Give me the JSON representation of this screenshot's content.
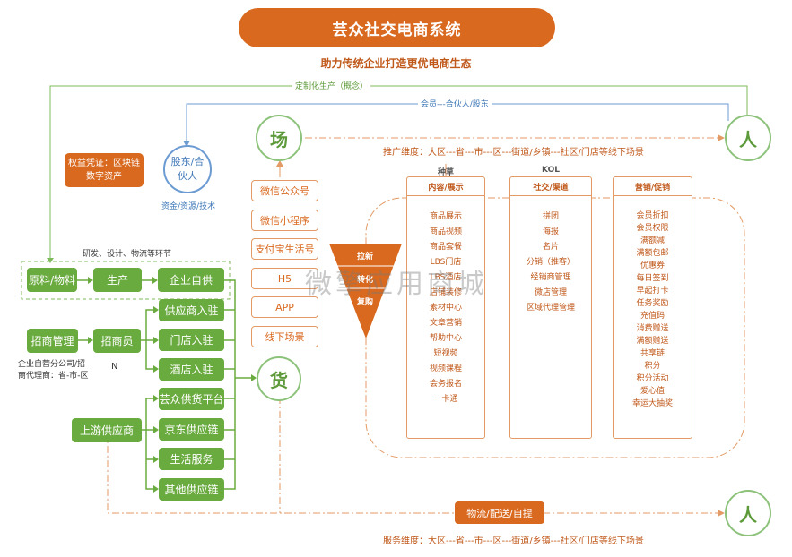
{
  "title": "芸众社交电商系统",
  "subtitle": "助力传统企业打造更优电商生态",
  "top_line_label": "定制化生产（概念）",
  "member_line_label": "会员---合伙人/股东",
  "promo_dimension": "推广维度：大区---省---市---区---街道/乡镇---社区/门店等线下场景",
  "service_dimension": "服务维度：大区---省---市---区---街道/乡镇---社区/门店等线下场景",
  "rights_box": "权益凭证：区块链数字资产",
  "shareholder_circle": "股东/合伙人",
  "shareholder_caption": "资金/资源/技术",
  "production_caption": "研发、设计、物流等环节",
  "production_chain": [
    "原料/物料",
    "生产",
    "企业自供"
  ],
  "merchant": {
    "root": "招商管理",
    "mid": "招商员",
    "targets": [
      "供应商入驻",
      "门店入驻",
      "酒店入驻"
    ],
    "caption": "企业自营分公司/招商代理商：省-市-区",
    "n_label": "N"
  },
  "upstream": {
    "root": "上游供应商",
    "targets": [
      "芸众供货平台",
      "京东供应链",
      "生活服务",
      "其他供应链"
    ]
  },
  "channels": [
    "微信公众号",
    "微信小程序",
    "支付宝生活号",
    "H5",
    "APP",
    "线下场景"
  ],
  "circles": {
    "field": "场",
    "goods": "货",
    "person": "人"
  },
  "funnel": [
    "拉新",
    "转化",
    "复购"
  ],
  "columns": [
    {
      "title": "种草",
      "header": "内容/展示",
      "items": [
        "商品展示",
        "商品视频",
        "商品套餐",
        "LBS门店",
        "LBS酒店",
        "店铺装修",
        "素材中心",
        "文章营销",
        "帮助中心",
        "短视频",
        "视频课程",
        "会务报名",
        "一卡通"
      ]
    },
    {
      "title": "KOL",
      "header": "社交/渠道",
      "items": [
        "拼团",
        "海报",
        "名片",
        "分销（推客）",
        "经销商管理",
        "微店管理",
        "区域代理管理"
      ]
    },
    {
      "title": "",
      "header": "营销/促销",
      "items": [
        "会员折扣",
        "会员权限",
        "满额减",
        "满额包邮",
        "优惠券",
        "每日签到",
        "早起打卡",
        "任务奖励",
        "充值码",
        "消费赠送",
        "满额赠送",
        "共享链",
        "积分",
        "积分活动",
        "爱心值",
        "幸运大抽奖"
      ]
    }
  ],
  "logistics": "物流/配送/自提",
  "watermark": "微擎应用商城",
  "colors": {
    "orange": "#d9691f",
    "green": "#6aab3f",
    "blue": "#3f78b8"
  }
}
